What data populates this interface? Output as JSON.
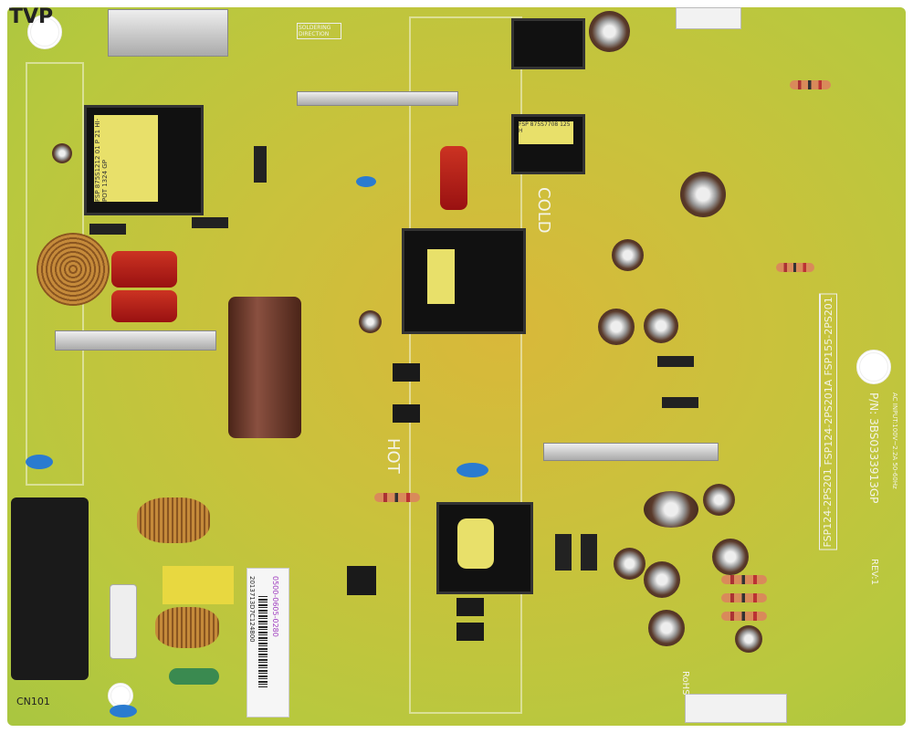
{
  "logo": "TVP",
  "silkscreen": {
    "cold": "COLD",
    "hot": "HOT",
    "models": [
      "FSP124-2PS201",
      "FSP124-2PS201A",
      "FSP155-2PS201"
    ],
    "part_number": "P/N: 3BS0333913GP",
    "ac_input": "AC INPUT:100V~2.2A 50-60Hz",
    "rev": "REV:1",
    "rohs": "RoHS",
    "connector": "CN101",
    "solder_direction": "SOLDERING DIRECTION"
  },
  "label": {
    "line1": "0500-0605-0280",
    "line2": "2013713D7C124800"
  },
  "transformer_labels": [
    "FSP 875S1212 01 P 21 HI-POT 1324 GP",
    "FSP 875S7708 125 H"
  ]
}
